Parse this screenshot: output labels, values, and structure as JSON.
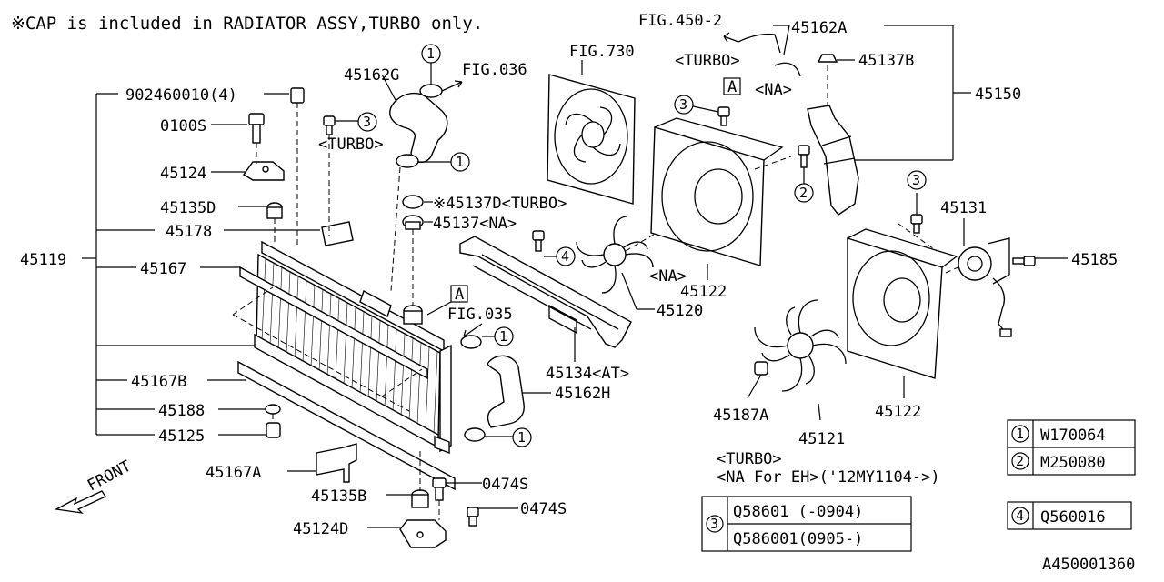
{
  "note": "※CAP is included in RADIATOR ASSY,TURBO only.",
  "labels": {
    "p902460010": "902460010(4)",
    "p0100S": "0100S",
    "p45124": "45124",
    "p45135D": "45135D",
    "p45178": "45178",
    "p45119": "45119",
    "p45167": "45167",
    "p45167B": "45167B",
    "p45188": "45188",
    "p45125": "45125",
    "p45167A": "45167A",
    "p45135B": "45135B",
    "p45124D": "45124D",
    "p0474S_1": "0474S",
    "p0474S_2": "0474S",
    "p45162G": "45162G",
    "figref036": "FIG.036",
    "turbo1": "<TURBO>",
    "p45137D": "※45137D<TURBO>",
    "p45137": "45137<NA>",
    "figref035": "FIG.035",
    "p45162H": "45162H",
    "p45134": "45134<AT>",
    "fig730": "FIG.730",
    "fig450": "FIG.450-2",
    "turbo2": "<TURBO>",
    "na1": "<NA>",
    "p45162A": "45162A",
    "p45137B": "45137B",
    "p45150": "45150",
    "na2": "<NA>",
    "p45122_1": "45122",
    "p45120": "45120",
    "p45131": "45131",
    "p45185": "45185",
    "p45187A": "45187A",
    "p45121": "45121",
    "p45122_2": "45122",
    "turbo3": "<TURBO>",
    "naeh": "<NA For EH>('12MY1104->)",
    "refA1": "A",
    "refA2": "A",
    "c1a": "1",
    "c1b": "1",
    "c1c": "1",
    "c1d": "1",
    "c2": "2",
    "c3a": "3",
    "c3b": "3",
    "c4": "4",
    "front": "FRONT",
    "code": "A450001360"
  },
  "legend": [
    {
      "num": "1",
      "part": "W170064"
    },
    {
      "num": "2",
      "part": "M250080"
    },
    {
      "num": "4",
      "part": "Q560016"
    }
  ],
  "legend3": {
    "num": "3",
    "rows": [
      "Q58601 (-0904)",
      "Q586001(0905-)"
    ]
  }
}
